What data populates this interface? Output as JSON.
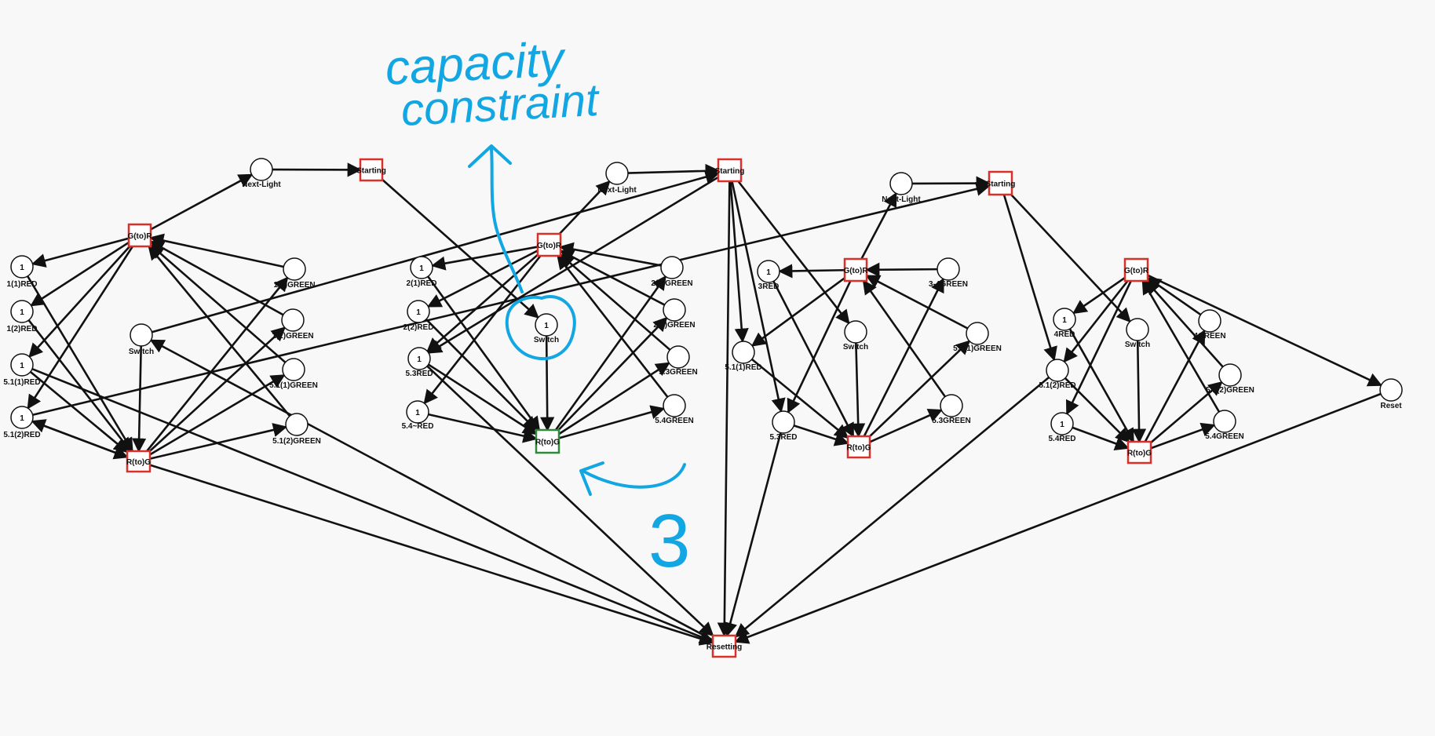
{
  "places": [
    {
      "id": "nl1",
      "label": "Next-Light",
      "tokens": ""
    },
    {
      "id": "p1r1",
      "label": "1(1)RED",
      "tokens": "1"
    },
    {
      "id": "p1r2",
      "label": "1(2)RED",
      "tokens": "1"
    },
    {
      "id": "p1r51",
      "label": "5.1(1)RED",
      "tokens": "1"
    },
    {
      "id": "p1r52",
      "label": "5.1(2)RED",
      "tokens": "1"
    },
    {
      "id": "sw1",
      "label": "Switch",
      "tokens": ""
    },
    {
      "id": "p1g1",
      "label": "1(1)GREEN",
      "tokens": ""
    },
    {
      "id": "p1g2",
      "label": "1(2)GREEN",
      "tokens": ""
    },
    {
      "id": "p1g51",
      "label": "5.1(1)GREEN",
      "tokens": ""
    },
    {
      "id": "p1g52",
      "label": "5.1(2)GREEN",
      "tokens": ""
    },
    {
      "id": "nl2",
      "label": "Next-Light",
      "tokens": ""
    },
    {
      "id": "p2r1",
      "label": "2(1)RED",
      "tokens": "1"
    },
    {
      "id": "p2r2",
      "label": "2(2)RED",
      "tokens": "1"
    },
    {
      "id": "p2r53",
      "label": "5.3RED",
      "tokens": "1"
    },
    {
      "id": "p2r54",
      "label": "5.4~RED",
      "tokens": "1"
    },
    {
      "id": "sw2",
      "label": "Switch",
      "tokens": "1"
    },
    {
      "id": "p2g1",
      "label": "2(1)GREEN",
      "tokens": ""
    },
    {
      "id": "p2g2",
      "label": "2(2)GREEN",
      "tokens": ""
    },
    {
      "id": "p2g53",
      "label": "5.3GREEN",
      "tokens": ""
    },
    {
      "id": "p2g54",
      "label": "5.4GREEN",
      "tokens": ""
    },
    {
      "id": "nl3",
      "label": "Next-Light",
      "tokens": ""
    },
    {
      "id": "p3r",
      "label": "3RED",
      "tokens": "1"
    },
    {
      "id": "p3r51",
      "label": "5.1(1)RED",
      "tokens": ""
    },
    {
      "id": "p3r53",
      "label": "5.3RED",
      "tokens": ""
    },
    {
      "id": "sw3",
      "label": "Switch",
      "tokens": ""
    },
    {
      "id": "p3g",
      "label": "3-4GREEN",
      "tokens": ""
    },
    {
      "id": "p3g51",
      "label": "5.1(1)GREEN",
      "tokens": ""
    },
    {
      "id": "p3g53",
      "label": "5.3GREEN",
      "tokens": ""
    },
    {
      "id": "p4r",
      "label": "4RED",
      "tokens": "1"
    },
    {
      "id": "p4r512",
      "label": "5.1(2)RED",
      "tokens": ""
    },
    {
      "id": "p4r54",
      "label": "5.4RED",
      "tokens": "1"
    },
    {
      "id": "sw4",
      "label": "Switch",
      "tokens": ""
    },
    {
      "id": "p4g",
      "label": "4GREEN",
      "tokens": ""
    },
    {
      "id": "p4g512",
      "label": "5.1(2)GREEN",
      "tokens": ""
    },
    {
      "id": "p4g54",
      "label": "5.4GREEN",
      "tokens": ""
    },
    {
      "id": "reset",
      "label": "Reset",
      "tokens": ""
    }
  ],
  "transitions": [
    {
      "id": "st1",
      "label": "Starting",
      "color": "#d9302a"
    },
    {
      "id": "gr1",
      "label": "G(to)R",
      "color": "#d9302a"
    },
    {
      "id": "rg1",
      "label": "R(to)G",
      "color": "#d9302a"
    },
    {
      "id": "st2",
      "label": "Starting",
      "color": "#d9302a"
    },
    {
      "id": "gr2",
      "label": "G(to)R",
      "color": "#d9302a"
    },
    {
      "id": "rg2",
      "label": "R(to)G",
      "color": "#2e8b3c"
    },
    {
      "id": "st3",
      "label": "Starting",
      "color": "#d9302a"
    },
    {
      "id": "gr3",
      "label": "G(to)R",
      "color": "#d9302a"
    },
    {
      "id": "rg3",
      "label": "R(to)G",
      "color": "#d9302a"
    },
    {
      "id": "gr4",
      "label": "G(to)R",
      "color": "#d9302a"
    },
    {
      "id": "rg4",
      "label": "R(to)G",
      "color": "#d9302a"
    },
    {
      "id": "resetting",
      "label": "Resetting",
      "color": "#d9302a"
    }
  ],
  "arcs": [
    [
      "gr1",
      "nl1"
    ],
    [
      "nl1",
      "st1"
    ],
    [
      "st1",
      "sw2"
    ],
    [
      "gr1",
      "p1r1"
    ],
    [
      "gr1",
      "p1r2"
    ],
    [
      "gr1",
      "p1r51"
    ],
    [
      "gr1",
      "p1r52"
    ],
    [
      "p1g1",
      "gr1"
    ],
    [
      "p1g2",
      "gr1"
    ],
    [
      "p1g51",
      "gr1"
    ],
    [
      "p1g52",
      "gr1"
    ],
    [
      "p1r1",
      "rg1"
    ],
    [
      "p1r2",
      "rg1"
    ],
    [
      "p1r51",
      "rg1"
    ],
    [
      "p1r52",
      "rg1"
    ],
    [
      "rg1",
      "p1g1"
    ],
    [
      "rg1",
      "p1g2"
    ],
    [
      "rg1",
      "p1g51"
    ],
    [
      "rg1",
      "p1g52"
    ],
    [
      "rg1",
      "p1r52"
    ],
    [
      "sw1",
      "rg1"
    ],
    [
      "resetting",
      "sw1"
    ],
    [
      "rg1",
      "resetting"
    ],
    [
      "p1r51",
      "resetting"
    ],
    [
      "sw1",
      "st2"
    ],
    [
      "p1r52",
      "st3"
    ],
    [
      "gr2",
      "nl2"
    ],
    [
      "nl2",
      "st2"
    ],
    [
      "st2",
      "sw3"
    ],
    [
      "gr2",
      "p2r1"
    ],
    [
      "gr2",
      "p2r2"
    ],
    [
      "gr2",
      "p2r53"
    ],
    [
      "gr2",
      "p2r54"
    ],
    [
      "p2g1",
      "gr2"
    ],
    [
      "p2g2",
      "gr2"
    ],
    [
      "p2g53",
      "gr2"
    ],
    [
      "p2g54",
      "gr2"
    ],
    [
      "p2r1",
      "rg2"
    ],
    [
      "p2r2",
      "rg2"
    ],
    [
      "p2r53",
      "rg2"
    ],
    [
      "p2r54",
      "rg2"
    ],
    [
      "rg2",
      "p2g1"
    ],
    [
      "rg2",
      "p2g2"
    ],
    [
      "rg2",
      "p2g53"
    ],
    [
      "rg2",
      "p2g54"
    ],
    [
      "sw2",
      "rg2"
    ],
    [
      "p2r53",
      "resetting"
    ],
    [
      "st2",
      "p2r53"
    ],
    [
      "gr3",
      "nl3"
    ],
    [
      "nl3",
      "st3"
    ],
    [
      "st3",
      "sw4"
    ],
    [
      "st3",
      "p4r512"
    ],
    [
      "st2",
      "p3r51"
    ],
    [
      "st2",
      "p3r53"
    ],
    [
      "p3g",
      "gr3"
    ],
    [
      "p3g51",
      "gr3"
    ],
    [
      "p3g53",
      "gr3"
    ],
    [
      "gr3",
      "p3r"
    ],
    [
      "gr3",
      "p3r51"
    ],
    [
      "gr3",
      "p3r53"
    ],
    [
      "p3r",
      "rg3"
    ],
    [
      "p3r51",
      "rg3"
    ],
    [
      "p3r53",
      "rg3"
    ],
    [
      "rg3",
      "p3g"
    ],
    [
      "rg3",
      "p3g51"
    ],
    [
      "rg3",
      "p3g53"
    ],
    [
      "sw3",
      "rg3"
    ],
    [
      "st2",
      "resetting"
    ],
    [
      "p3r53",
      "resetting"
    ],
    [
      "gr4",
      "p4r"
    ],
    [
      "gr4",
      "p4r512"
    ],
    [
      "gr4",
      "p4r54"
    ],
    [
      "gr4",
      "reset"
    ],
    [
      "p4g",
      "gr4"
    ],
    [
      "p4g512",
      "gr4"
    ],
    [
      "p4g54",
      "gr4"
    ],
    [
      "p4r",
      "rg4"
    ],
    [
      "p4r512",
      "rg4"
    ],
    [
      "p4r54",
      "rg4"
    ],
    [
      "rg4",
      "p4g"
    ],
    [
      "rg4",
      "p4g512"
    ],
    [
      "rg4",
      "p4g54"
    ],
    [
      "sw4",
      "rg4"
    ],
    [
      "reset",
      "resetting"
    ],
    [
      "p4r512",
      "resetting"
    ]
  ],
  "annotations": {
    "note_line1": "capacity",
    "note_line2": "constraint",
    "note_number": "3",
    "ink_color": "#12a6e3"
  }
}
